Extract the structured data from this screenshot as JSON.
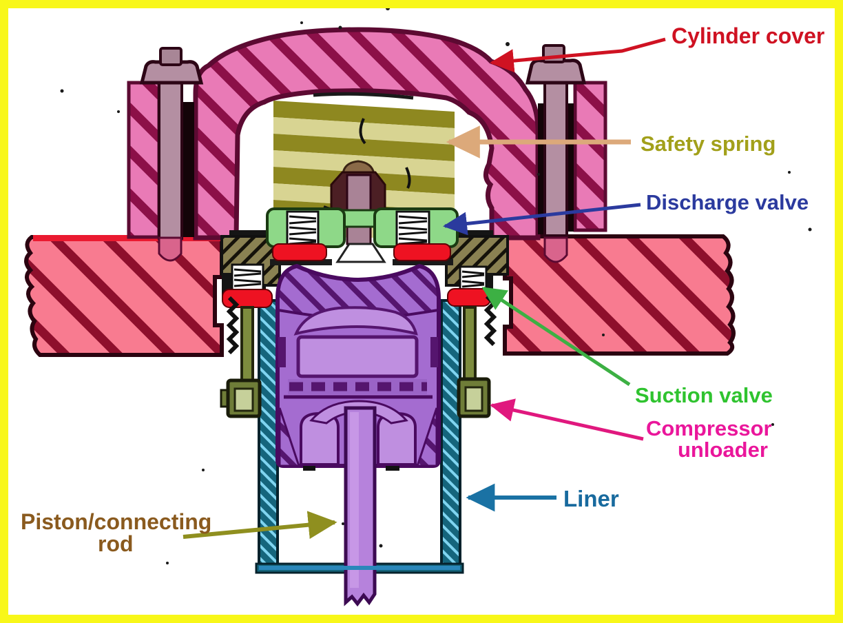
{
  "window": {
    "background": "#ffffff",
    "frame_color": "#f8f719",
    "description": "Cross-section diagram of a reciprocating compressor cylinder with labelled parts"
  },
  "labels": {
    "cylinder_cover": {
      "text": "Cylinder cover",
      "color": "#cf1222",
      "arrow_color": "#cf1222"
    },
    "safety_spring": {
      "text": "Safety spring",
      "color": "#a2a01a",
      "arrow_color": "#dca97a"
    },
    "discharge_valve": {
      "text": "Discharge valve",
      "color": "#2b3a9e",
      "arrow_color": "#2b3a9e"
    },
    "suction_valve": {
      "text": "Suction valve",
      "color": "#2fc32f",
      "arrow_color": "#3cb043"
    },
    "compressor_unloader": {
      "line1": "Compressor",
      "line2": "unloader",
      "color": "#ea169b",
      "arrow_color": "#e0187e"
    },
    "liner": {
      "text": "Liner",
      "color": "#186a9e",
      "arrow_color": "#1a72a4"
    },
    "piston_rod": {
      "line1": "Piston/connecting",
      "line2": "rod",
      "color": "#8a5a1e",
      "arrow_color": "#8f8f1f"
    }
  },
  "parts": {
    "cylinder_cover_fill": "#e97ab6",
    "cylinder_cover_hatch": "#8c1048",
    "cylinder_block_fill": "#f87b90",
    "cylinder_block_hatch": "#8e0f2c",
    "safety_spring_light": "#d8d492",
    "safety_spring_dark": "#8e8820",
    "discharge_valve_body": "#8ed888",
    "valve_seal_red": "#ee1222",
    "valve_seat_olive": "#8a8152",
    "piston_fill": "#a46cd0",
    "piston_light": "#bf8fe0",
    "piston_dark": "#55156e",
    "liner_fill": "#15657c",
    "liner_hatch": "#7fd4f0",
    "unloader_green": "#6f7d38",
    "bolt_mauve": "#b48fa2",
    "center_bolt_brown": "#4c1f24"
  }
}
